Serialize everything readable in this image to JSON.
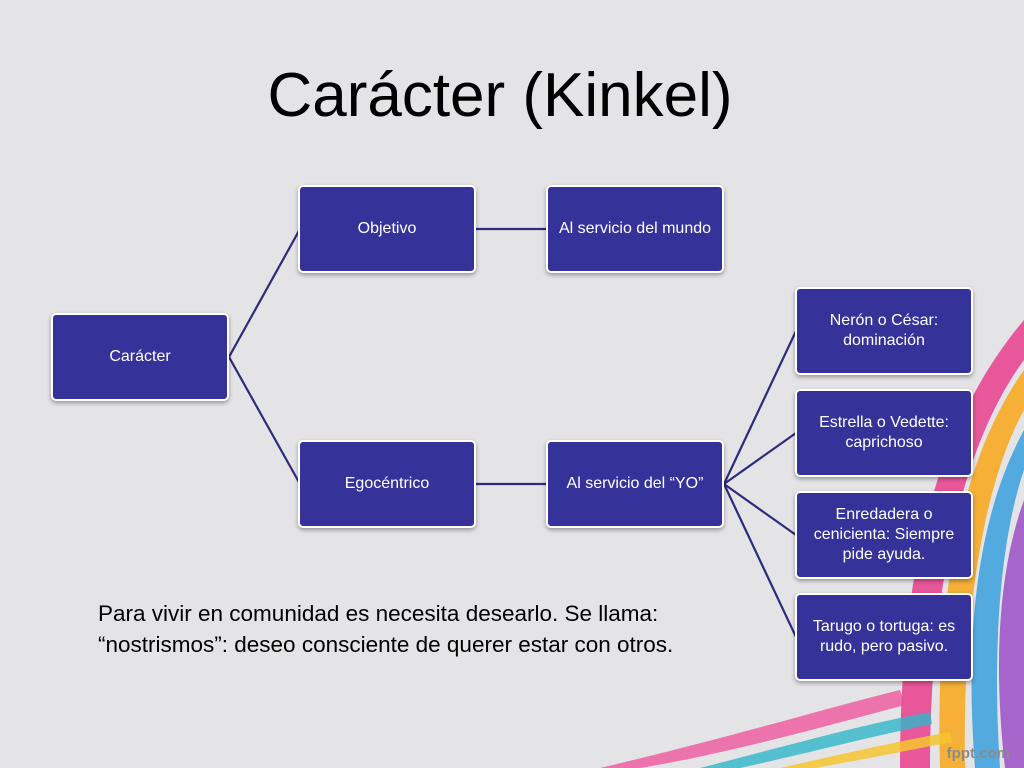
{
  "title": "Carácter (Kinkel)",
  "nodes": {
    "root": "Carácter",
    "objetivo": "Objetivo",
    "servicio_mundo": "Al servicio del mundo",
    "egocentrico": "Egocéntrico",
    "servicio_yo": "Al servicio del “YO”",
    "neron": "Nerón o César: dominación",
    "estrella": "Estrella o Vedette: caprichoso",
    "enredadera": "Enredadera o cenicienta: Siempre pide ayuda.",
    "tarugo": "Tarugo o tortuga: es rudo, pero pasivo."
  },
  "note": "Para vivir en comunidad es necesita desearlo. Se llama: “nostrismos”: deseo consciente de querer estar con otros.",
  "brand": "fppt.com",
  "colors": {
    "node_fill": "#35339a",
    "connector": "#2d2b7c",
    "background": "#e4e4e6"
  }
}
